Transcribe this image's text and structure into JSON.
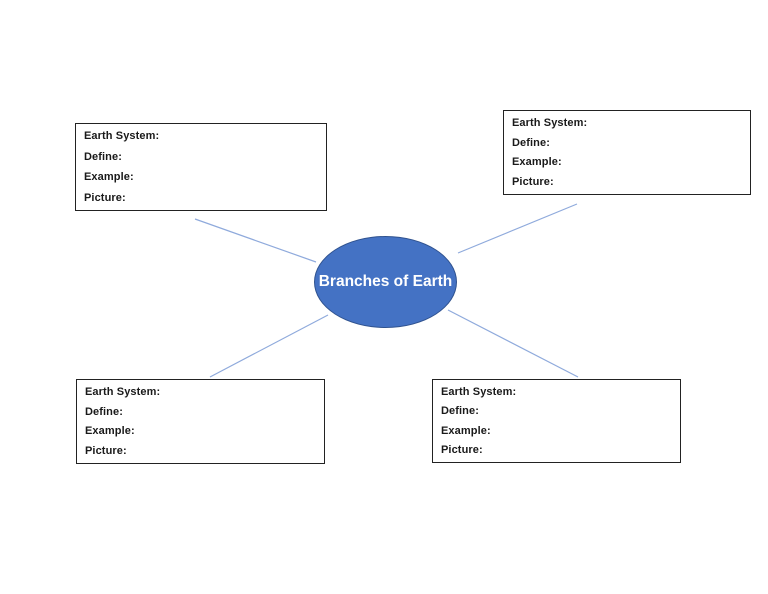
{
  "diagram": {
    "title": "Branches of Earth graphic organizer",
    "center_label": "Branches of Earth",
    "colors": {
      "background": "#FFFFFF",
      "ellipse_fill": "#4472C4",
      "ellipse_border": "#2F528F",
      "center_text": "#FFFFFF",
      "connector": "#8FAADC",
      "box_border": "#222222",
      "box_text": "#1A1A1A"
    },
    "boxes": [
      {
        "position": "top-left",
        "fields": [
          "Earth System:",
          "Define:",
          "Example:",
          "Picture:"
        ]
      },
      {
        "position": "top-right",
        "fields": [
          "Earth System:",
          "Define:",
          "Example:",
          "Picture:"
        ]
      },
      {
        "position": "bottom-left",
        "fields": [
          "Earth System:",
          "Define:",
          "Example:",
          "Picture:"
        ]
      },
      {
        "position": "bottom-right",
        "fields": [
          "Earth System:",
          "Define:",
          "Example:",
          "Picture:"
        ]
      }
    ]
  }
}
